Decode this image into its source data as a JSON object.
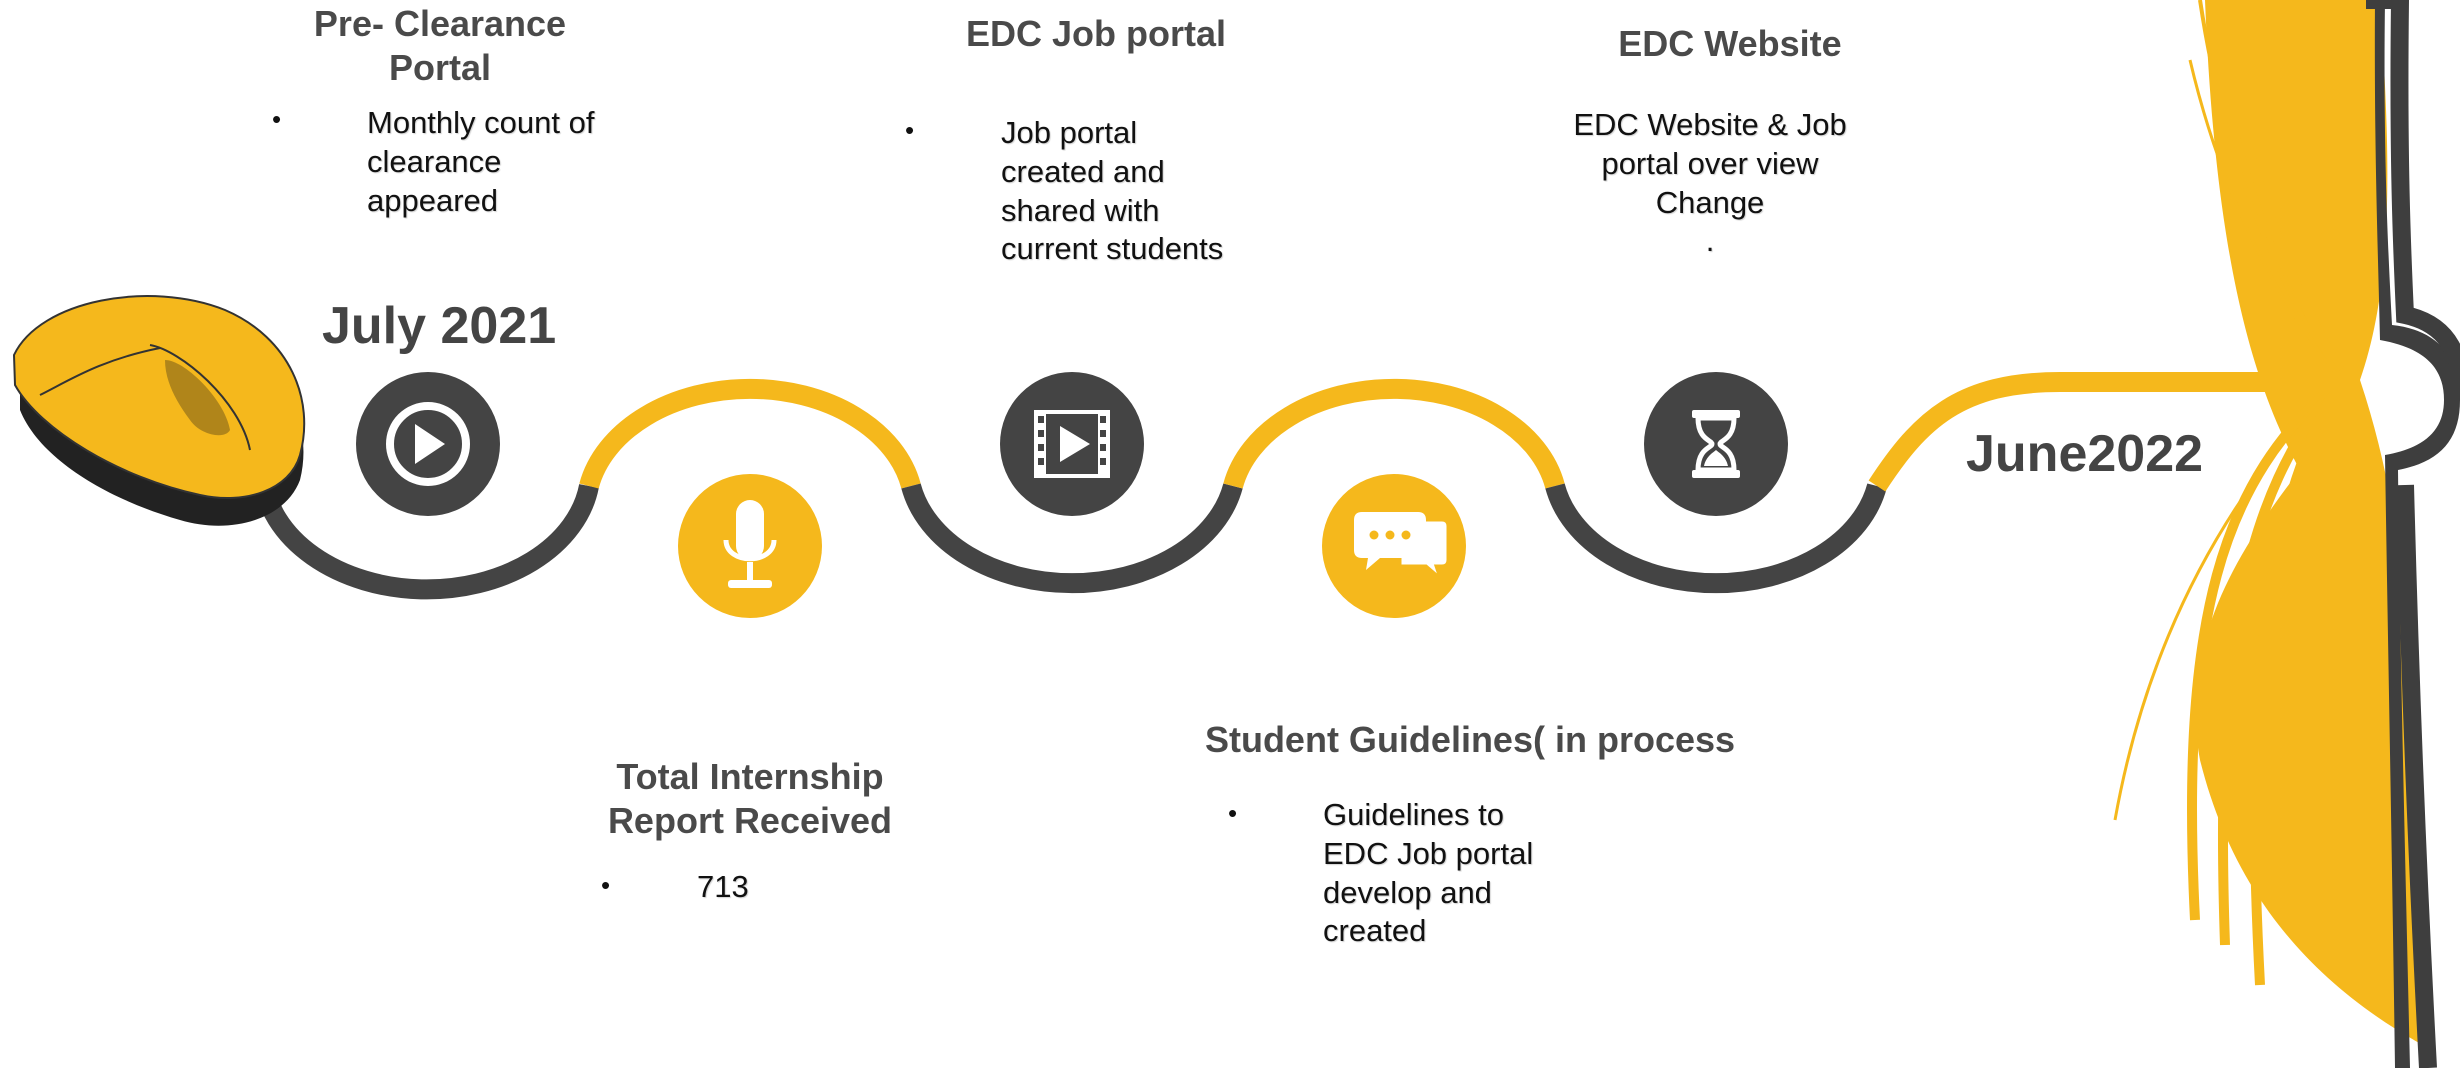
{
  "colors": {
    "accent": "#F5B81C",
    "dark": "#444444",
    "text": "#111111",
    "heading": "#4A4A4A",
    "bookspine": "#3E3E3E"
  },
  "dates": {
    "start": "July 2021",
    "end": "June2022"
  },
  "milestones": [
    {
      "title_lines": [
        "Pre- Clearance",
        "Portal"
      ],
      "bullet": "•",
      "body_lines": [
        "Monthly count of",
        "clearance",
        "appeared"
      ],
      "icon": "play-icon",
      "position": "top"
    },
    {
      "title_lines": [
        "Total Internship",
        "Report Received"
      ],
      "bullet": "•",
      "body_lines": [
        "713"
      ],
      "icon": "microphone-icon",
      "position": "bottom"
    },
    {
      "title_lines": [
        "EDC Job portal"
      ],
      "bullet": "•",
      "body_lines": [
        "Job portal",
        "created and",
        "shared with",
        "current students"
      ],
      "icon": "film-play-icon",
      "position": "top"
    },
    {
      "title_lines": [
        "Student Guidelines( in process"
      ],
      "bullet": "•",
      "body_lines": [
        "Guidelines to",
        "EDC Job portal",
        "develop and",
        "created"
      ],
      "icon": "chat-bubbles-icon",
      "position": "bottom"
    },
    {
      "title_lines": [
        "EDC Website"
      ],
      "bullet": "",
      "body_lines": [
        "EDC  Website & Job",
        "portal over view",
        "Change",
        "."
      ],
      "icon": "hourglass-icon",
      "position": "top"
    }
  ]
}
